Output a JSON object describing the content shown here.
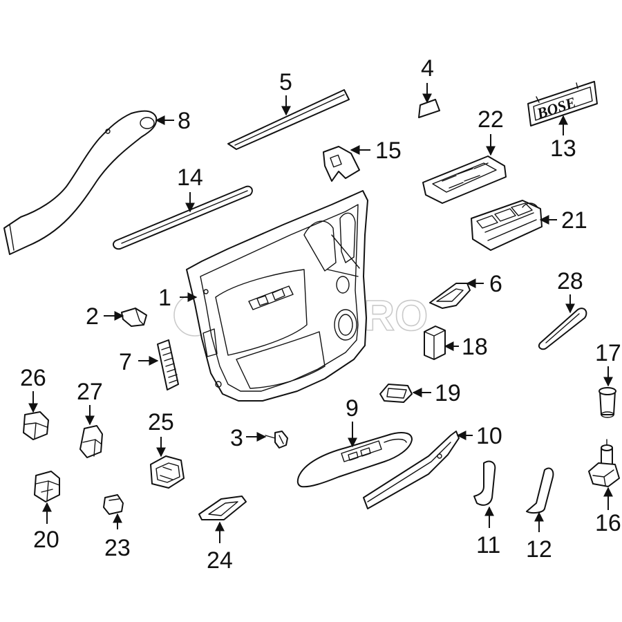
{
  "callouts": [
    {
      "id": "1",
      "label": "1"
    },
    {
      "id": "2",
      "label": "2"
    },
    {
      "id": "3",
      "label": "3"
    },
    {
      "id": "4",
      "label": "4"
    },
    {
      "id": "5",
      "label": "5"
    },
    {
      "id": "6",
      "label": "6"
    },
    {
      "id": "7",
      "label": "7"
    },
    {
      "id": "8",
      "label": "8"
    },
    {
      "id": "9",
      "label": "9"
    },
    {
      "id": "10",
      "label": "10"
    },
    {
      "id": "11",
      "label": "11"
    },
    {
      "id": "12",
      "label": "12"
    },
    {
      "id": "13",
      "label": "13"
    },
    {
      "id": "14",
      "label": "14"
    },
    {
      "id": "15",
      "label": "15"
    },
    {
      "id": "16",
      "label": "16"
    },
    {
      "id": "17",
      "label": "17"
    },
    {
      "id": "18",
      "label": "18"
    },
    {
      "id": "19",
      "label": "19"
    },
    {
      "id": "20",
      "label": "20"
    },
    {
      "id": "21",
      "label": "21"
    },
    {
      "id": "22",
      "label": "22"
    },
    {
      "id": "23",
      "label": "23"
    },
    {
      "id": "24",
      "label": "24"
    },
    {
      "id": "25",
      "label": "25"
    },
    {
      "id": "26",
      "label": "26"
    },
    {
      "id": "27",
      "label": "27"
    },
    {
      "id": "28",
      "label": "28"
    }
  ],
  "badge_text": "BOSE",
  "watermark": "FCP EURO",
  "colors": {
    "line": "#111111",
    "background": "#ffffff",
    "watermark": "#b8b8b8"
  }
}
